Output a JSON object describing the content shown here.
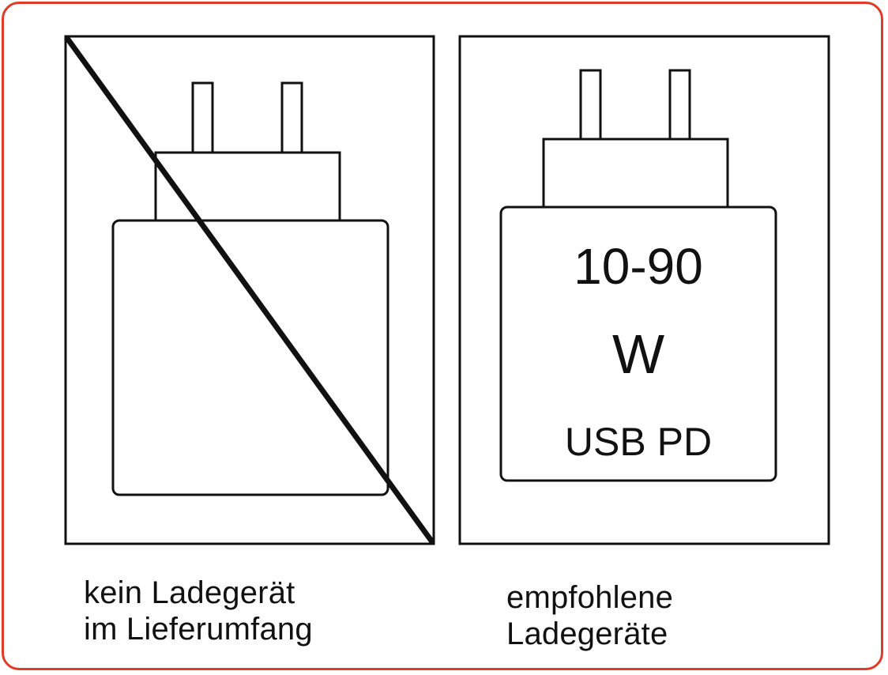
{
  "left_panel": {
    "caption": [
      "kein Ladegerät",
      "im Lieferumfang"
    ]
  },
  "right_panel": {
    "charger_label": {
      "range": "10-90",
      "unit": "W",
      "standard": "USB PD"
    },
    "caption": [
      "empfohlene",
      "Ladegeräte"
    ]
  },
  "colors": {
    "frame": "#e03a28",
    "ink": "#111111",
    "background": "#ffffff"
  }
}
